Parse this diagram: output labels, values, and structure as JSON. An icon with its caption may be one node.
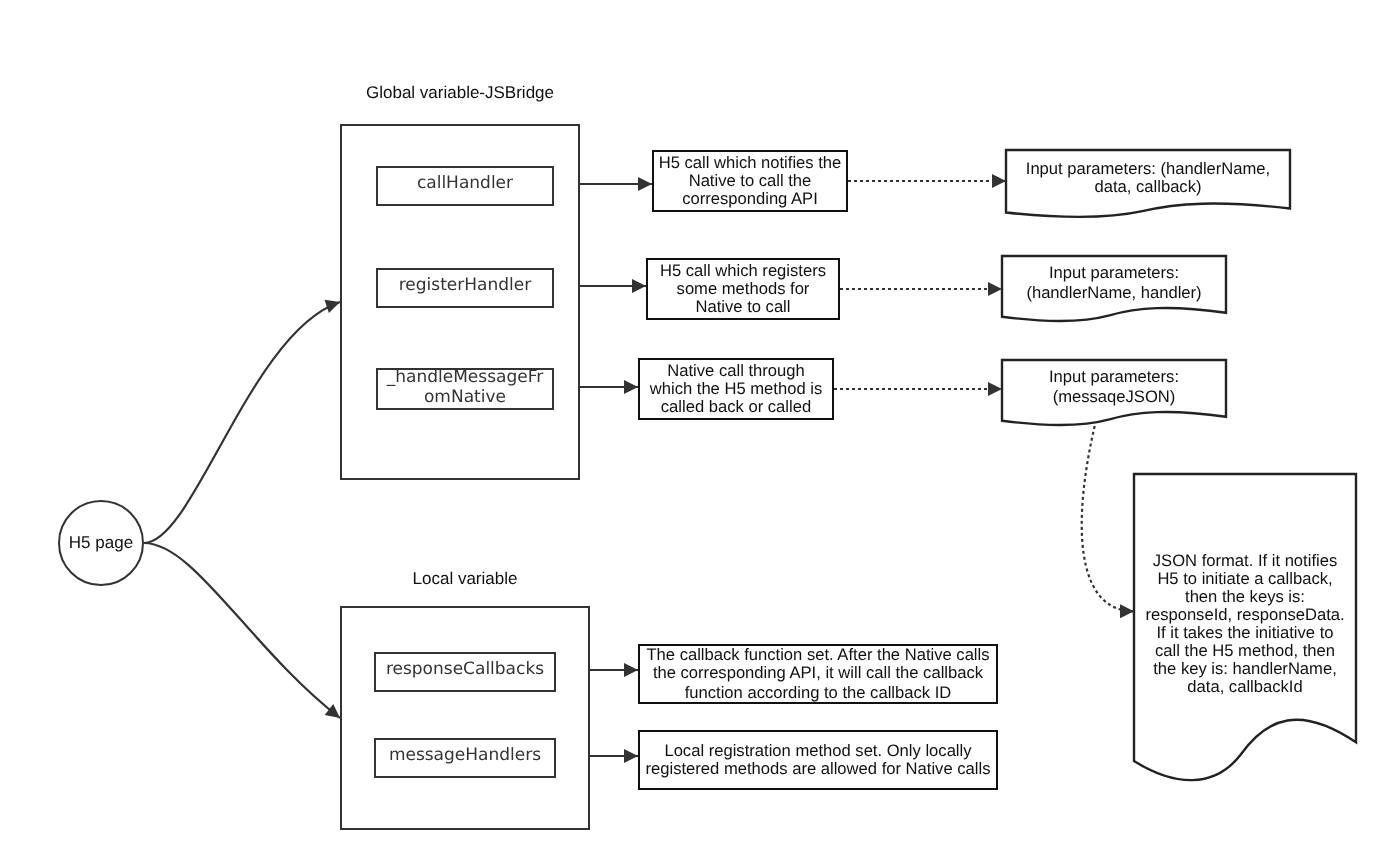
{
  "diagram": {
    "nodes": [
      {
        "text": [
          "Global variable-JSBridge"
        ]
      },
      {
        "text": [
          "callHandler"
        ],
        "in": 0
      },
      {
        "text": [
          "registerHandler"
        ],
        "in": 0
      },
      {
        "text": [
          "_handleMessageFromNative"
        ],
        "in": 0
      },
      {
        "text": [
          "H5 call which notifies the Native to call the corresponding API"
        ]
      },
      {
        "text": [
          "Input parameters: (handlerName, data, callback)"
        ]
      },
      {
        "text": [
          "H5 call which registers some methods for Native to call"
        ]
      },
      {
        "text": [
          "Input parameters: (handlerName, handler)"
        ]
      },
      {
        "text": [
          "Native call through which the H5 method is called back or called"
        ]
      },
      {
        "text": [
          "Input parameters: (messaqeJSON)"
        ]
      },
      {
        "text": [
          "H5 page"
        ]
      },
      {
        "text": [
          "JSON format. If it notifies H5 to initiate a callback, then the keys is: responseId, responseData. If it takes the initiative to call the H5 method, then the key is: handlerName, data, callbackId"
        ]
      },
      {
        "text": [
          "Local variable"
        ]
      },
      {
        "text": [
          "responseCallbacks"
        ],
        "in": 12
      },
      {
        "text": [
          "messageHandlers"
        ],
        "in": 12
      },
      {
        "text": [
          "The callback function set. After the Native calls the corresponding API, it will call the callback function according to the callback ID"
        ]
      },
      {
        "text": [
          "Local registration method set. Only locally registered methods are allowed for Native calls"
        ]
      }
    ],
    "edges": [
      {
        "from": 10,
        "to": 0,
        "arrow": "to"
      },
      {
        "from": 10,
        "to": 12,
        "arrow": "to"
      },
      {
        "from": 1,
        "to": 4,
        "arrow": "to"
      },
      {
        "from": 4,
        "to": 5,
        "arrow": "to",
        "style": "dashed"
      },
      {
        "from": 2,
        "to": 6,
        "arrow": "to"
      },
      {
        "from": 6,
        "to": 7,
        "arrow": "to",
        "style": "dashed"
      },
      {
        "from": 3,
        "to": 8,
        "arrow": "to"
      },
      {
        "from": 8,
        "to": 9,
        "arrow": "to",
        "style": "dashed"
      },
      {
        "from": 9,
        "to": 11,
        "arrow": "to",
        "style": "dashed"
      },
      {
        "from": 13,
        "to": 15,
        "arrow": "to"
      },
      {
        "from": 14,
        "to": 16,
        "arrow": "to"
      }
    ]
  }
}
